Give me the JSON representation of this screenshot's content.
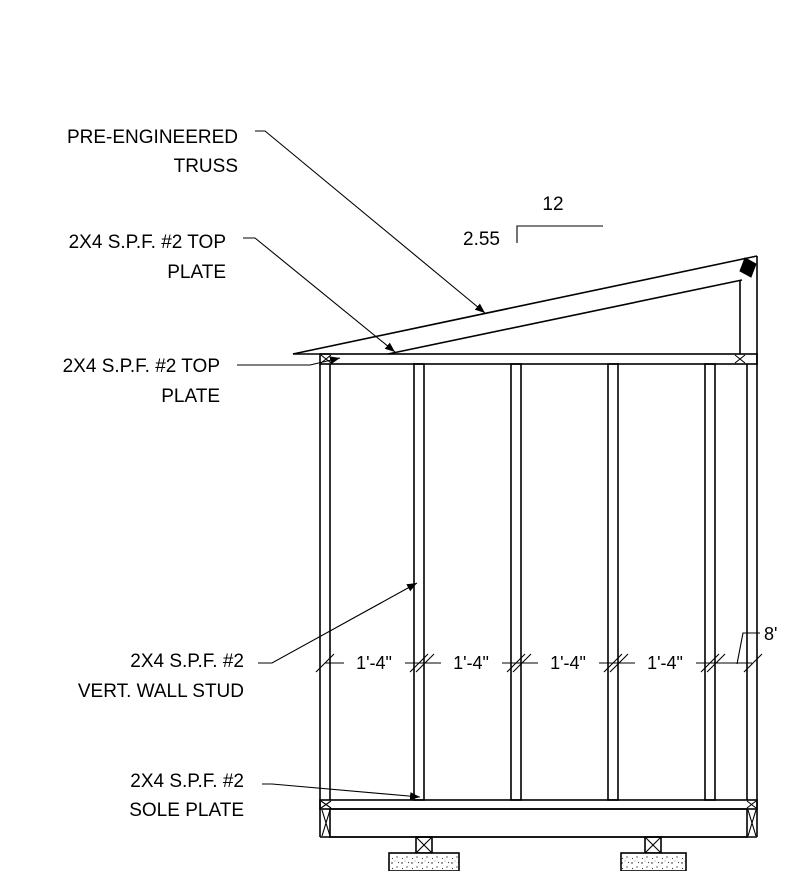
{
  "labels": {
    "truss": [
      "PRE-ENGINEERED",
      "TRUSS"
    ],
    "top_plate_upper": [
      "2X4 S.P.F. #2 TOP",
      "PLATE"
    ],
    "top_plate_lower": [
      "2X4 S.P.F. #2 TOP",
      "PLATE"
    ],
    "wall_stud": [
      "2X4 S.P.F. #2",
      "VERT. WALL STUD"
    ],
    "sole_plate": [
      "2X4 S.P.F. #2",
      "SOLE PLATE"
    ]
  },
  "pitch": {
    "run": "12",
    "rise": "2.55"
  },
  "dimensions": {
    "stud_spacing": [
      "1'-4\"",
      "1'-4\"",
      "1'-4\"",
      "1'-4\""
    ],
    "overall": "8'"
  },
  "icons": {
    "arrow": "arrowhead-icon",
    "tick": "dimension-tick-icon",
    "concrete": "concrete-footing-icon"
  }
}
